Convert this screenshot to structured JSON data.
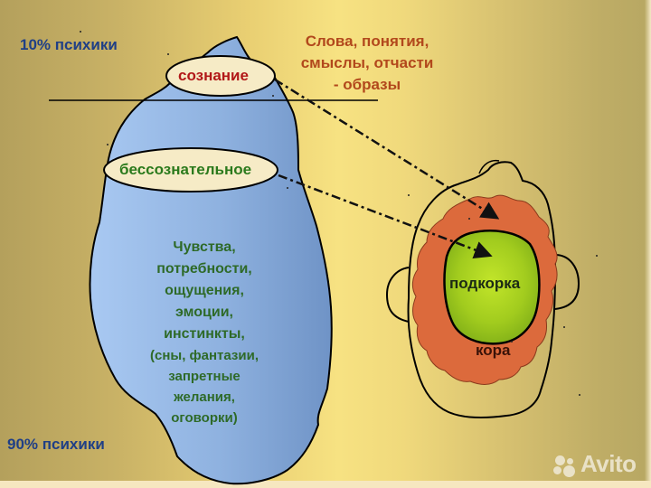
{
  "labels": {
    "top_percent": "10% психики",
    "bottom_percent": "90% психики",
    "consciousness": "сознание",
    "unconscious": "бессознательное",
    "consciousness_content": [
      "Слова, понятия,",
      "смыслы, отчасти",
      "- образы"
    ],
    "unconscious_content": [
      "Чувства,",
      "потребности,",
      "ощущения,",
      "эмоции,",
      "инстинкты,"
    ],
    "unconscious_content_extra": [
      "(сны, фантазии,",
      "запретные",
      "желания,",
      "оговорки)"
    ],
    "subcortex": "подкорка",
    "cortex": "кора"
  },
  "watermark": "Avito",
  "colors": {
    "background_dark": "#b4a05c",
    "background_light": "#f7e282",
    "iceberg": "#8fb2e0",
    "ellipse_fill": "#f6ebc6",
    "cortex": "#dc6a3c",
    "subcortex": "#a3d020",
    "percent_text": "#1f3f86",
    "consciousness_text": "#b21818",
    "unconscious_text": "#2b7a1c",
    "note_text": "#b2481c"
  }
}
